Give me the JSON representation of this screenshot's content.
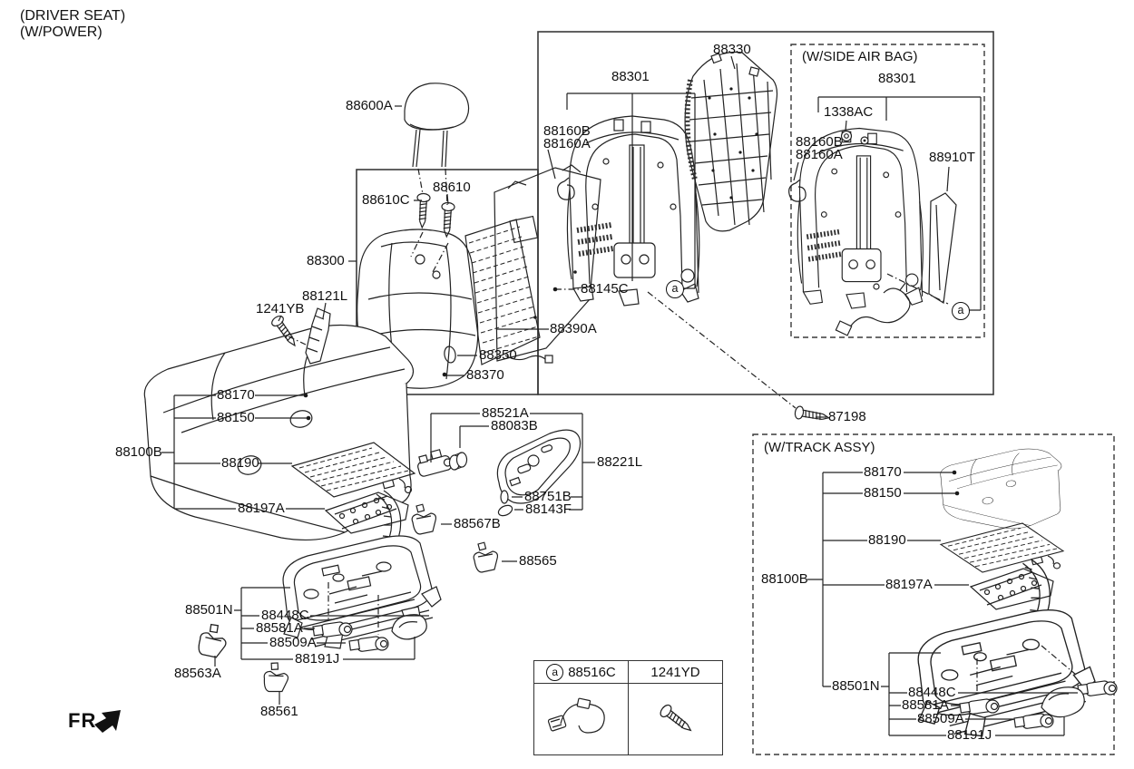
{
  "header": {
    "line1": "(DRIVER SEAT)",
    "line2": "(W/POWER)"
  },
  "boxes": {
    "side_air_bag": "(W/SIDE AIR BAG)",
    "track_assy": "(W/TRACK ASSY)"
  },
  "footer": {
    "fr": "FR."
  },
  "callout": {
    "a": "a"
  },
  "parts": {
    "88600A": "88600A",
    "88610": "88610",
    "88610C": "88610C",
    "88300": "88300",
    "88121L": "88121L",
    "1241YB": "1241YB",
    "88330": "88330",
    "88301": "88301",
    "88160B": "88160B",
    "88160A": "88160A",
    "88145C": "88145C",
    "88390A": "88390A",
    "88350": "88350",
    "88370": "88370",
    "1338AC": "1338AC",
    "88910T": "88910T",
    "87198": "87198",
    "88170": "88170",
    "88150": "88150",
    "88100B": "88100B",
    "88190": "88190",
    "88197A": "88197A",
    "88521A": "88521A",
    "88083B": "88083B",
    "88221L": "88221L",
    "88751B": "88751B",
    "88143F": "88143F",
    "88567B": "88567B",
    "88565": "88565",
    "88501N": "88501N",
    "88448C": "88448C",
    "88581A": "88581A",
    "88509A": "88509A",
    "88191J": "88191J",
    "88563A": "88563A",
    "88561": "88561",
    "88516C": "88516C",
    "1241YD": "1241YD"
  }
}
